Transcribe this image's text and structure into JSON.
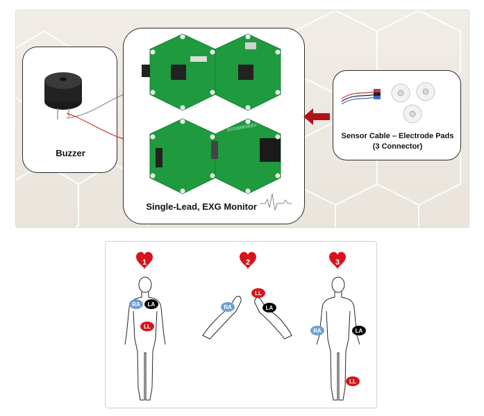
{
  "top_panel": {
    "buzzer_label": "Buzzer",
    "monitor_label": "Single-Lead, EXG Monitor",
    "sensor_label_line1": "Sensor Cable – Electrode Pads",
    "sensor_label_line2": "(3 Connector)",
    "board_silkscreen": "ECG/EMG/EEG"
  },
  "placements": [
    {
      "number": "1",
      "electrodes": [
        "RA",
        "LA",
        "LL"
      ]
    },
    {
      "number": "2",
      "electrodes": [
        "LL",
        "RA",
        "LA"
      ]
    },
    {
      "number": "3",
      "electrodes": [
        "RA",
        "LA",
        "LL"
      ]
    }
  ],
  "colors": {
    "ra": "#6f9fd2",
    "la": "#000000",
    "ll": "#d7141c",
    "heart": "#d7141c",
    "pcb": "#1f9a3e",
    "arrow": "#b3111a"
  }
}
